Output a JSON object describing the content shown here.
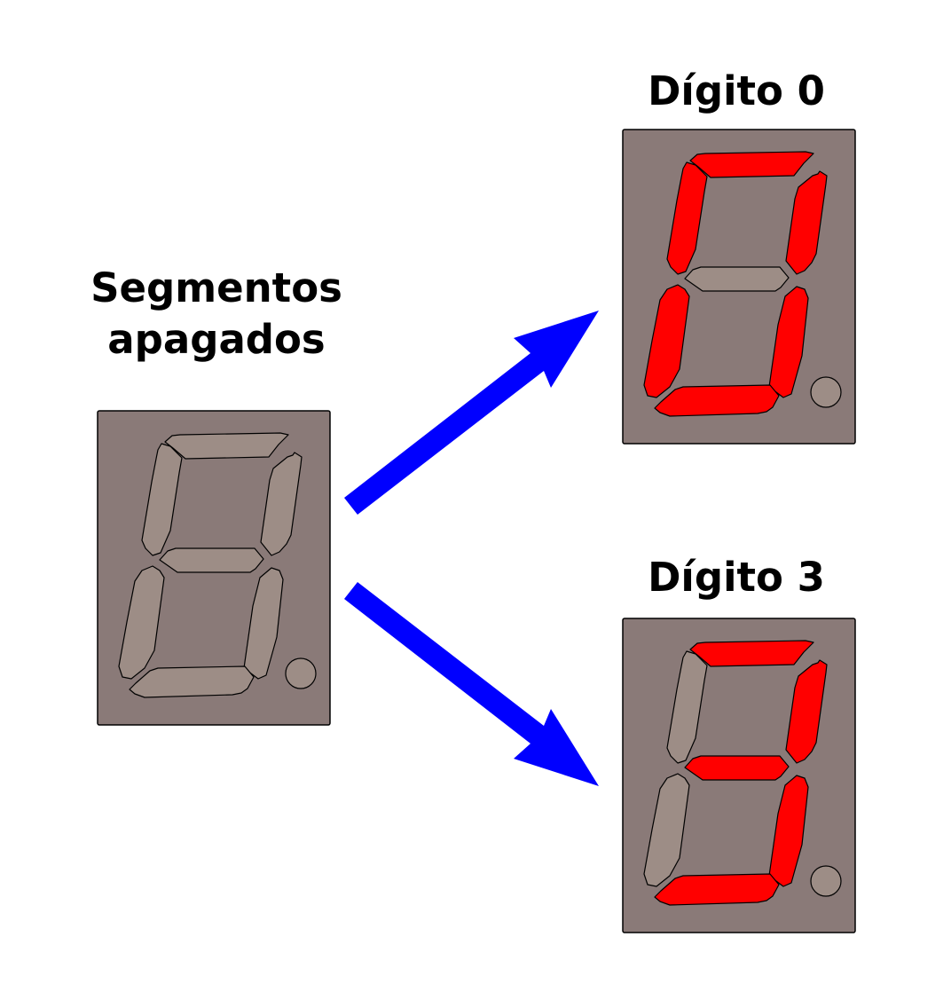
{
  "labels": {
    "off_line1": "Segmentos",
    "off_line2": "apagados",
    "digit0": "Dígito 0",
    "digit3": "Dígito 3"
  },
  "colors": {
    "background": "#ffffff",
    "panel": "#8a7a78",
    "segment_off": "#9d8d86",
    "segment_on": "#ff0000",
    "arrow": "#0000ff",
    "outline": "#000000"
  },
  "displays": [
    {
      "id": "off",
      "segments_on": []
    },
    {
      "id": "digit0",
      "segments_on": [
        "a",
        "b",
        "c",
        "d",
        "e",
        "f"
      ]
    },
    {
      "id": "digit3",
      "segments_on": [
        "a",
        "b",
        "c",
        "d",
        "g"
      ]
    }
  ]
}
